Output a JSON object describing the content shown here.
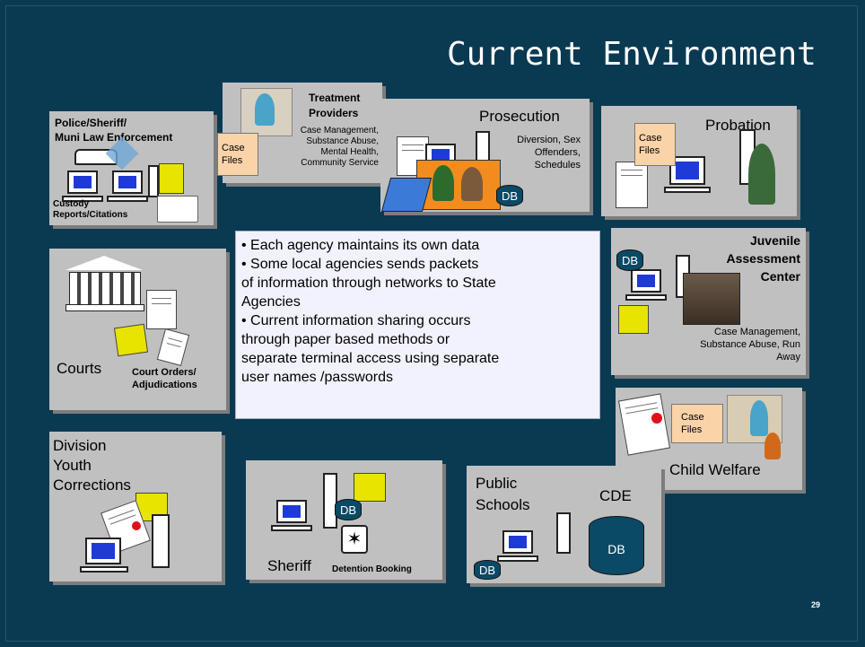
{
  "title": "Current Environment",
  "slide_number": "29",
  "bullets": [
    "• Each agency maintains its own data",
    "• Some local agencies sends packets",
    "of information through networks to State",
    "Agencies",
    "• Current information sharing occurs",
    "through paper based methods or",
    "separate terminal access using separate",
    "user names /passwords"
  ],
  "agencies": {
    "police": {
      "line1": "Police/Sheriff/",
      "line2": "Muni Law Enforcement",
      "caption1": "Custody",
      "caption2": "Reports/Citations"
    },
    "treatment": {
      "line1": "Treatment",
      "line2": "Providers",
      "services": [
        "Case Management,",
        "Substance Abuse,",
        "Mental Health,",
        "Community Service"
      ],
      "case_files1": "Case",
      "case_files2": "Files"
    },
    "prosecution": {
      "title": "Prosecution",
      "services": [
        "Diversion, Sex",
        "Offenders,",
        "Schedules"
      ],
      "db": "DB"
    },
    "probation": {
      "title": "Probation",
      "case_files1": "Case",
      "case_files2": "Files"
    },
    "courts": {
      "title": "Courts",
      "caption1": "Court Orders/",
      "caption2": "Adjudications"
    },
    "juvenile": {
      "line1": "Juvenile",
      "line2": "Assessment",
      "line3": "Center",
      "services": [
        "Case Management,",
        "Substance Abuse, Run",
        "Away"
      ],
      "db": "DB"
    },
    "child_welfare": {
      "title": "Child Welfare",
      "case_files1": "Case",
      "case_files2": "Files"
    },
    "dyc": {
      "line1": "Division",
      "line2": "Youth",
      "line3": "Corrections"
    },
    "sheriff": {
      "title": "Sheriff",
      "caption": "Detention Booking",
      "db": "DB"
    },
    "schools": {
      "line1": "Public",
      "line2": "Schools",
      "cde": "CDE",
      "db_small": "DB",
      "db_large": "DB"
    }
  },
  "colors": {
    "background": "#0a3a52",
    "box": "#c0c0c0",
    "case_files": "#fbd3a8",
    "monitor": "#1e3bd8",
    "db": "#0b4a66"
  }
}
